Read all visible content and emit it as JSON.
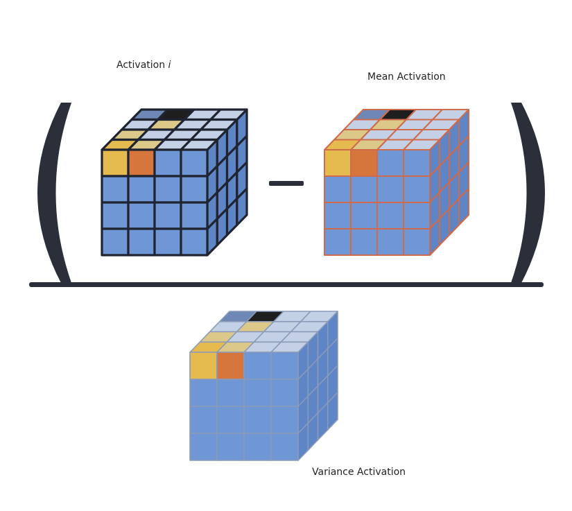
{
  "labels": {
    "activation_prefix": "Activation ",
    "activation_index": "i",
    "mean": "Mean Activation",
    "variance": "Variance Activation"
  },
  "operator": {
    "symbol": "minus",
    "expression": "( activation - mean ) / variance"
  },
  "cube": {
    "grid_size": 4,
    "front_face_rows": [
      [
        "yellow",
        "orange",
        "blue",
        "blue"
      ],
      [
        "blue",
        "blue",
        "blue",
        "blue"
      ],
      [
        "blue",
        "blue",
        "blue",
        "blue"
      ],
      [
        "blue",
        "blue",
        "blue",
        "blue"
      ]
    ],
    "top_face_rows_back_to_front": [
      [
        "dark-blue",
        "black",
        "light",
        "light"
      ],
      [
        "light",
        "tan",
        "light",
        "light"
      ],
      [
        "tan",
        "light",
        "light",
        "light"
      ],
      [
        "yellow",
        "tan",
        "light",
        "light"
      ]
    ]
  },
  "colors": {
    "blue": "#6f97d6",
    "yellow": "#e5bb4f",
    "orange": "#d6763c",
    "tan": "#dcc98a",
    "light": "#c3d0e6",
    "dark-blue": "#6e87b5",
    "black": "#1e1e1e",
    "side": "#5e85c6",
    "activation_stroke": "#1f2430",
    "mean_stroke": "#cf6a4a",
    "variance_stroke": "#8a9ab8",
    "ink": "#2a2f3a"
  }
}
